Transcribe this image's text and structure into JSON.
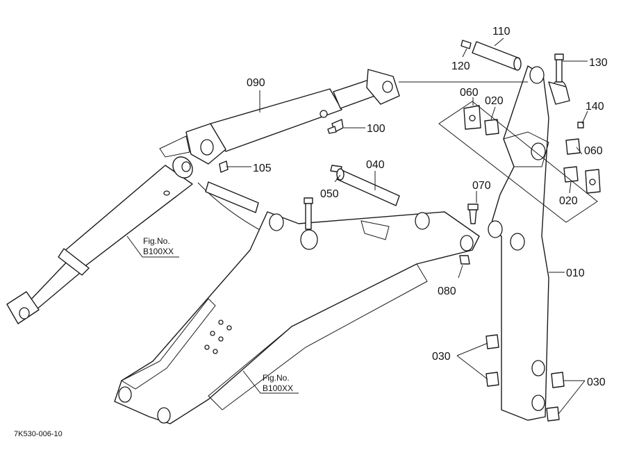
{
  "parts": {
    "p010": "010",
    "p020a": "020",
    "p020b": "020",
    "p030a": "030",
    "p030b": "030",
    "p040": "040",
    "p050": "050",
    "p060a": "060",
    "p060b": "060",
    "p070": "070",
    "p080": "080",
    "p090": "090",
    "p100": "100",
    "p105": "105",
    "p110": "110",
    "p120": "120",
    "p130": "130",
    "p140": "140"
  },
  "fig_refs": {
    "upper": {
      "line1": "Fig.No.",
      "line2": "B100XX"
    },
    "lower": {
      "line1": "Fig.No.",
      "line2": "B100XX"
    }
  },
  "drawing_code": "7K530-006-10"
}
